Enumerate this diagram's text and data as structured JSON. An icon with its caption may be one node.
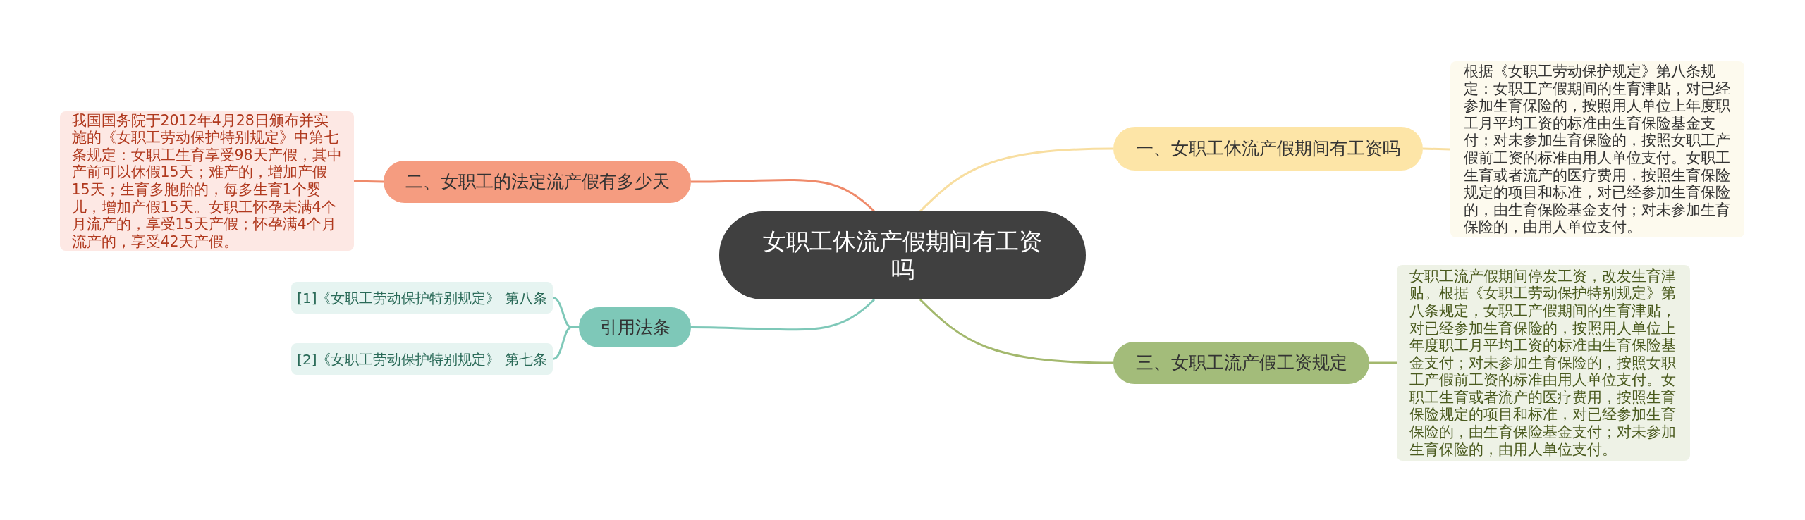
{
  "diagram": {
    "nodes": [
      {
        "text": [
          "女职工休流产假期间有工资吗"
        ]
      },
      {
        "text": [
          "一、女职工休流产假期间有工资吗"
        ]
      },
      {
        "text": [
          "根据《女职工劳动保护规定》第八条规定：女职工产假期间的生育津贴，对已经参加生育保险的，按照用人单位上年度职工月平均工资的标准由生育保险基金支付；对未参加生育保险的，按照女职工产假前工资的标准由用人单位支付。女职工生育或者流产的医疗费用，按照生育保险规定的项目和标准，对已经参加生育保险的，由生育保险基金支付；对未参加生育保险的，由用人单位支付。"
        ]
      },
      {
        "text": [
          "二、女职工的法定流产假有多少天"
        ]
      },
      {
        "text": [
          "我国国务院于2012年4月28日颁布并实施的《女职工劳动保护特别规定》中第七条规定：女职工生育享受98天产假，其中产前可以休假15天；难产的，增加产假15天；生育多胞胎的，每多生育1个婴儿，增加产假15天。女职工怀孕未满4个月流产的，享受15天产假；怀孕满4个月流产的，享受42天产假。"
        ]
      },
      {
        "text": [
          "三、女职工流产假工资规定"
        ]
      },
      {
        "text": [
          "女职工流产假期间停发工资，改发生育津贴。根据《女职工劳动保护特别规定》第八条规定，女职工产假期间的生育津贴，对已经参加生育保险的，按照用人单位上年度职工月平均工资的标准由生育保险基金支付；对未参加生育保险的，按照女职工产假前工资的标准由用人单位支付。女职工生育或者流产的医疗费用，按照生育保险规定的项目和标准，对已经参加生育保险的，由生育保险基金支付；对未参加生育保险的，由用人单位支付。"
        ]
      },
      {
        "text": [
          "引用法条"
        ]
      },
      {
        "text": [
          "[1]《女职工劳动保护特别规定》 第八条"
        ]
      },
      {
        "text": [
          "[2]《女职工劳动保护特别规定》 第七条"
        ]
      }
    ],
    "edges": [
      {
        "from": 0,
        "to": 1,
        "arrow": "none",
        "color": "#f8dea0"
      },
      {
        "from": 1,
        "to": 2,
        "arrow": "none",
        "color": "#f8dea0"
      },
      {
        "from": 0,
        "to": 3,
        "arrow": "none",
        "color": "#ef8a6a"
      },
      {
        "from": 3,
        "to": 4,
        "arrow": "none",
        "color": "#ef8a6a"
      },
      {
        "from": 0,
        "to": 5,
        "arrow": "none",
        "color": "#a3b86d"
      },
      {
        "from": 5,
        "to": 6,
        "arrow": "none",
        "color": "#a3b86d"
      },
      {
        "from": 0,
        "to": 7,
        "arrow": "none",
        "color": "#7ec8b8"
      },
      {
        "from": 7,
        "to": 8,
        "arrow": "none",
        "color": "#7ec8b8"
      },
      {
        "from": 7,
        "to": 9,
        "arrow": "none",
        "color": "#7ec8b8"
      }
    ]
  }
}
